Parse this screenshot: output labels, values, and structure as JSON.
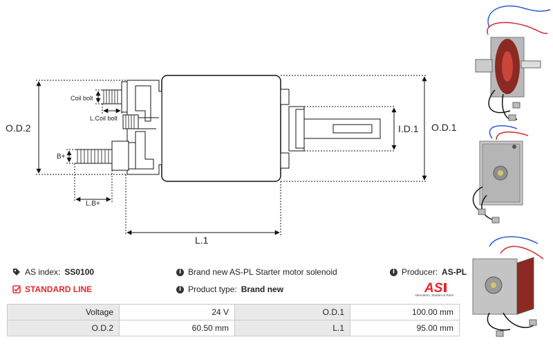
{
  "diagram": {
    "od2": "O.D.2",
    "od1": "O.D.1",
    "id1": "I.D.1",
    "l1": "L.1",
    "lb": "L.B+",
    "b": "B+",
    "coil_bolt": "Coil bolt",
    "l_coil_bolt": "L.Coil bolt"
  },
  "info": {
    "as_index_label": "AS index:",
    "as_index_value": "SS0100",
    "description": "Brand new AS-PL Starter motor solenoid",
    "producer_label": "Producer:",
    "producer_value": "AS-PL",
    "line": "STANDARD LINE",
    "product_type_label": "Product type:",
    "product_type_value": "Brand new"
  },
  "logo": {
    "text": "AS",
    "subtitle": "Alternators, Starters & Parts",
    "accent": "#e8262b"
  },
  "specs": [
    {
      "label1": "Voltage",
      "value1": "24 V",
      "label2": "O.D.1",
      "value2": "100.00 mm"
    },
    {
      "label1": "O.D.2",
      "value1": "60.50 mm",
      "label2": "L.1",
      "value2": "95.00 mm"
    }
  ],
  "icons": [
    "tag-icon",
    "info-icon",
    "checkbox-icon"
  ]
}
